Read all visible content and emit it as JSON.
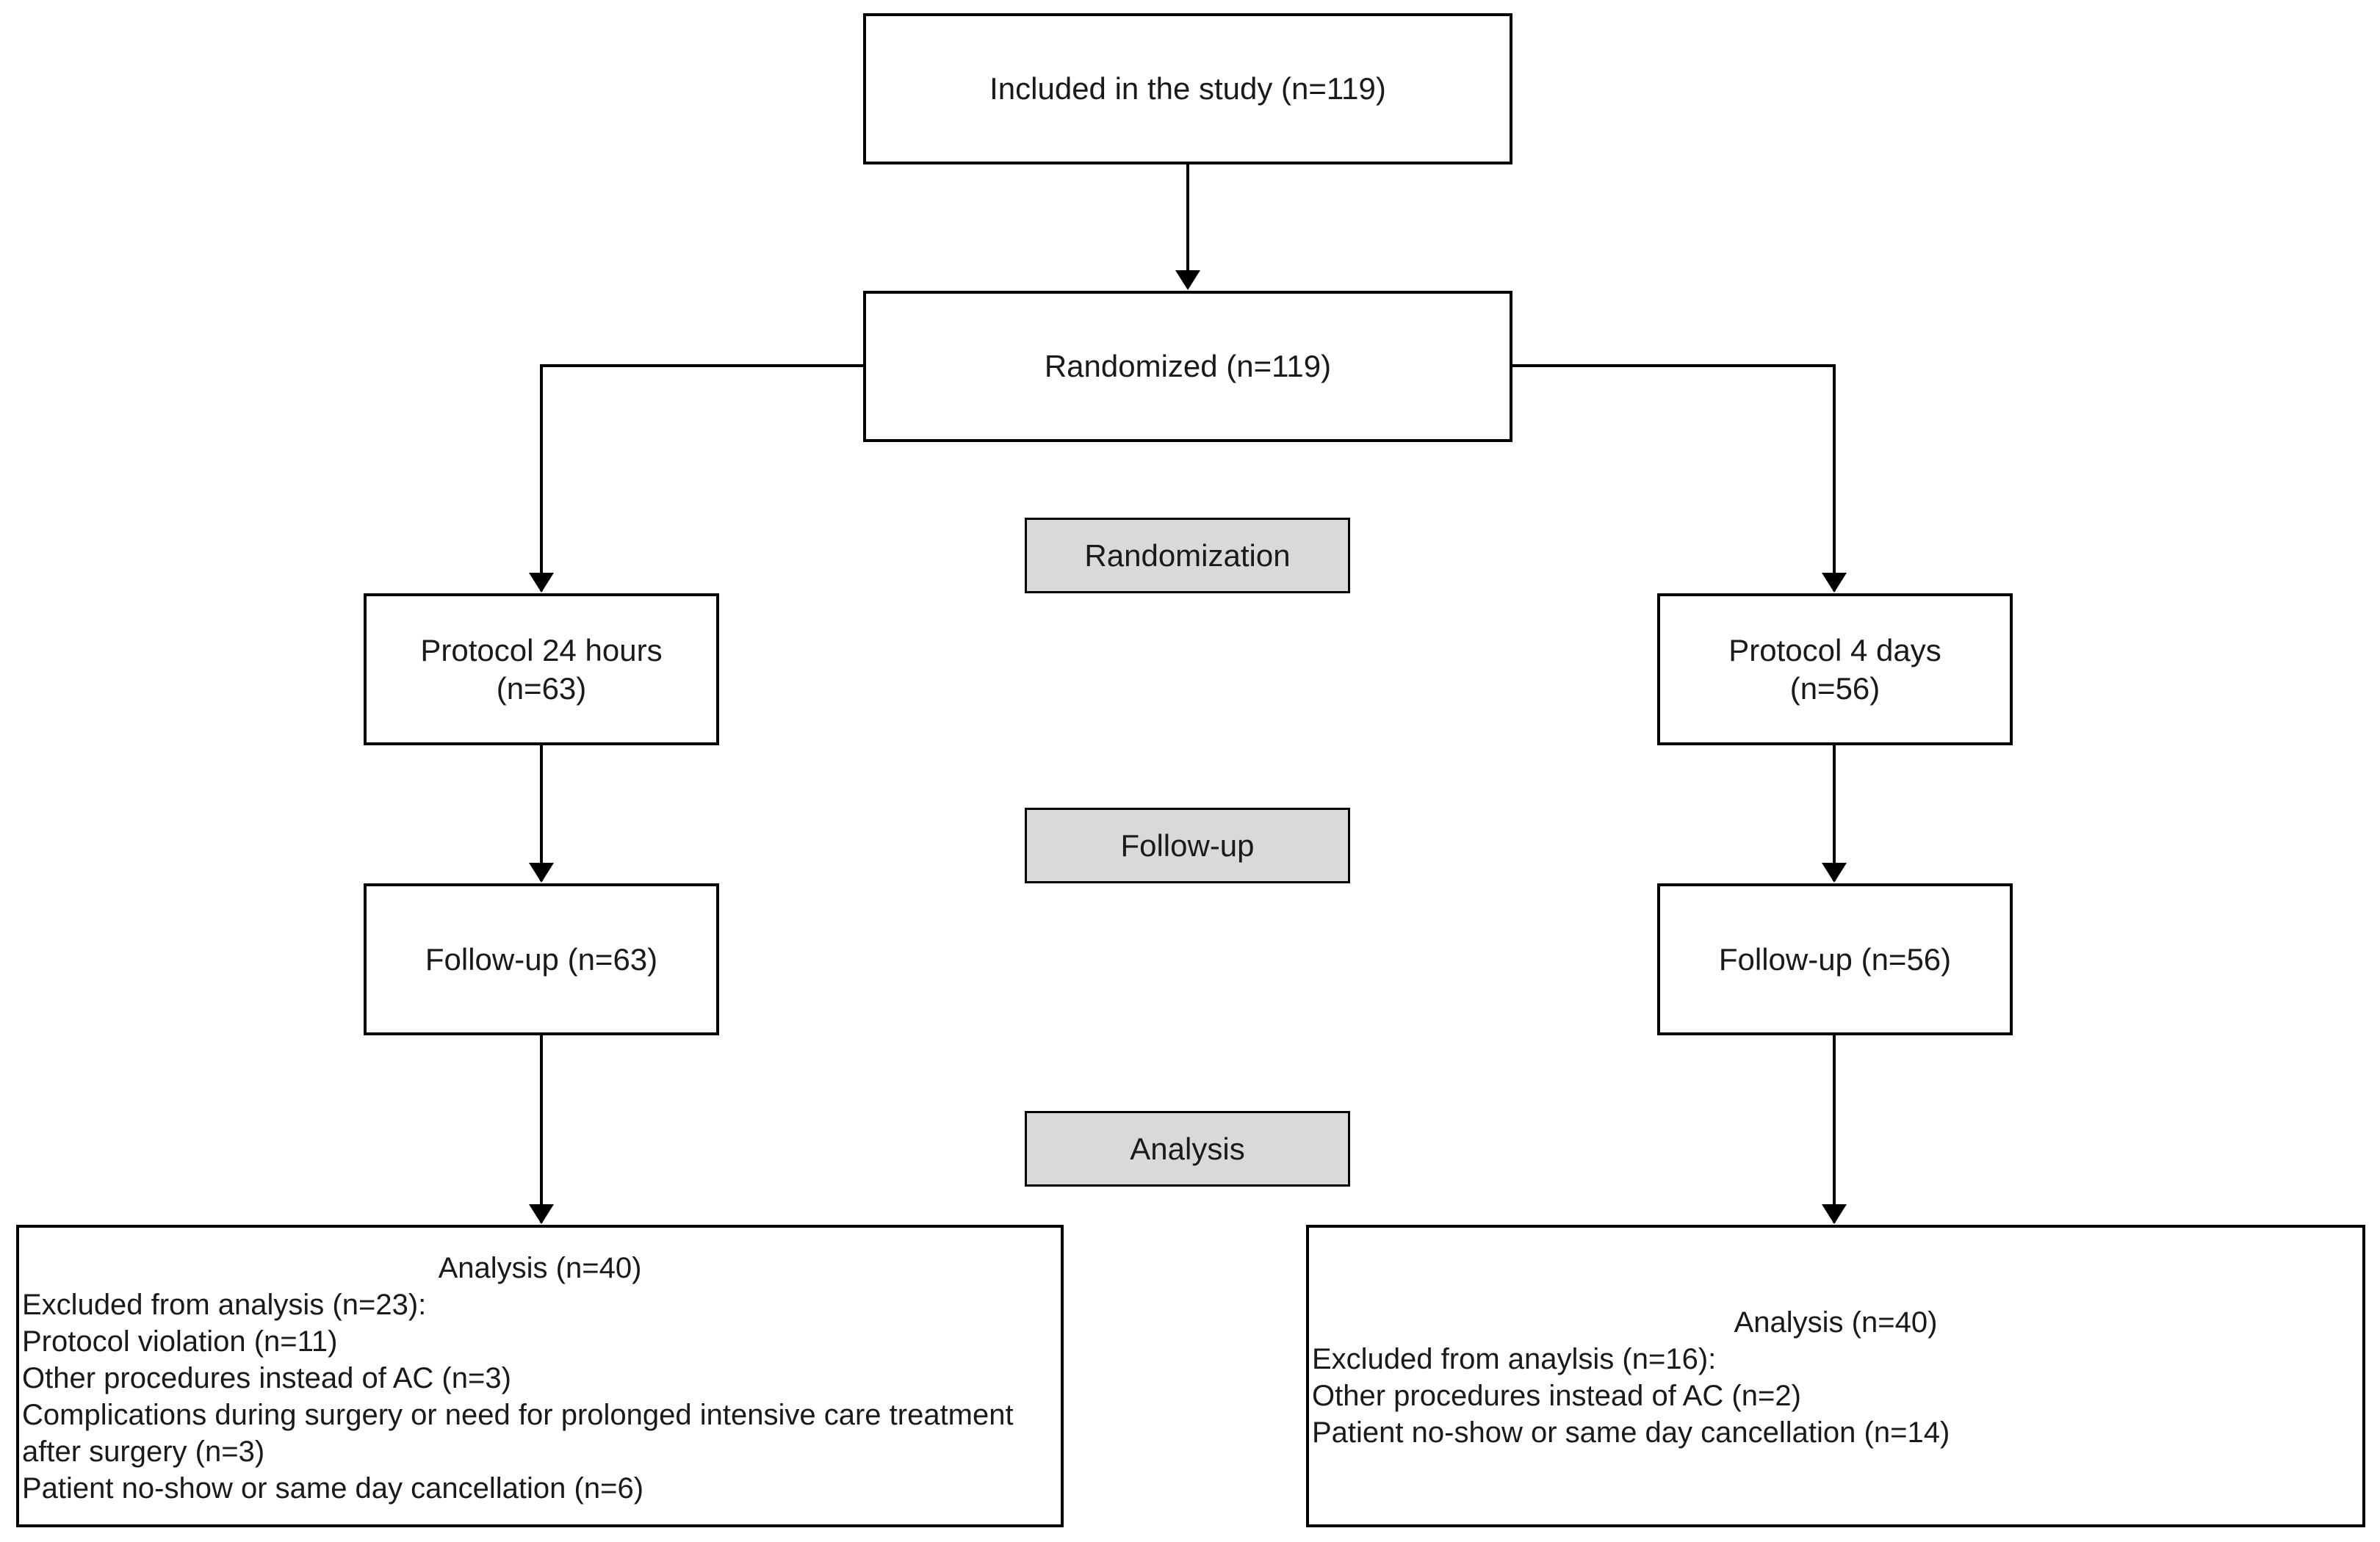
{
  "flowchart": {
    "included": "Included in the study (n=119)",
    "randomized": "Randomized (n=119)",
    "stages": {
      "randomization": "Randomization",
      "follow_up": "Follow-up",
      "analysis": "Analysis"
    },
    "arm_24h": {
      "protocol_line1": "Protocol 24 hours",
      "protocol_line2": "(n=63)",
      "follow_up": "Follow-up (n=63)",
      "analysis": {
        "title": "Analysis (n=40)",
        "lines": [
          "Excluded from analysis (n=23):",
          "Protocol violation (n=11)",
          "Other procedures instead of AC (n=3)",
          "Complications during surgery or need for prolonged intensive care treatment after surgery (n=3)",
          "Patient no-show or same day cancellation (n=6)"
        ]
      }
    },
    "arm_4d": {
      "protocol_line1": "Protocol 4 days",
      "protocol_line2": "(n=56)",
      "follow_up": "Follow-up (n=56)",
      "analysis": {
        "title": "Analysis (n=40)",
        "lines": [
          "Excluded from anaylsis (n=16):",
          "Other procedures instead of AC (n=2)",
          "Patient no-show or same day cancellation (n=14)"
        ]
      }
    }
  }
}
